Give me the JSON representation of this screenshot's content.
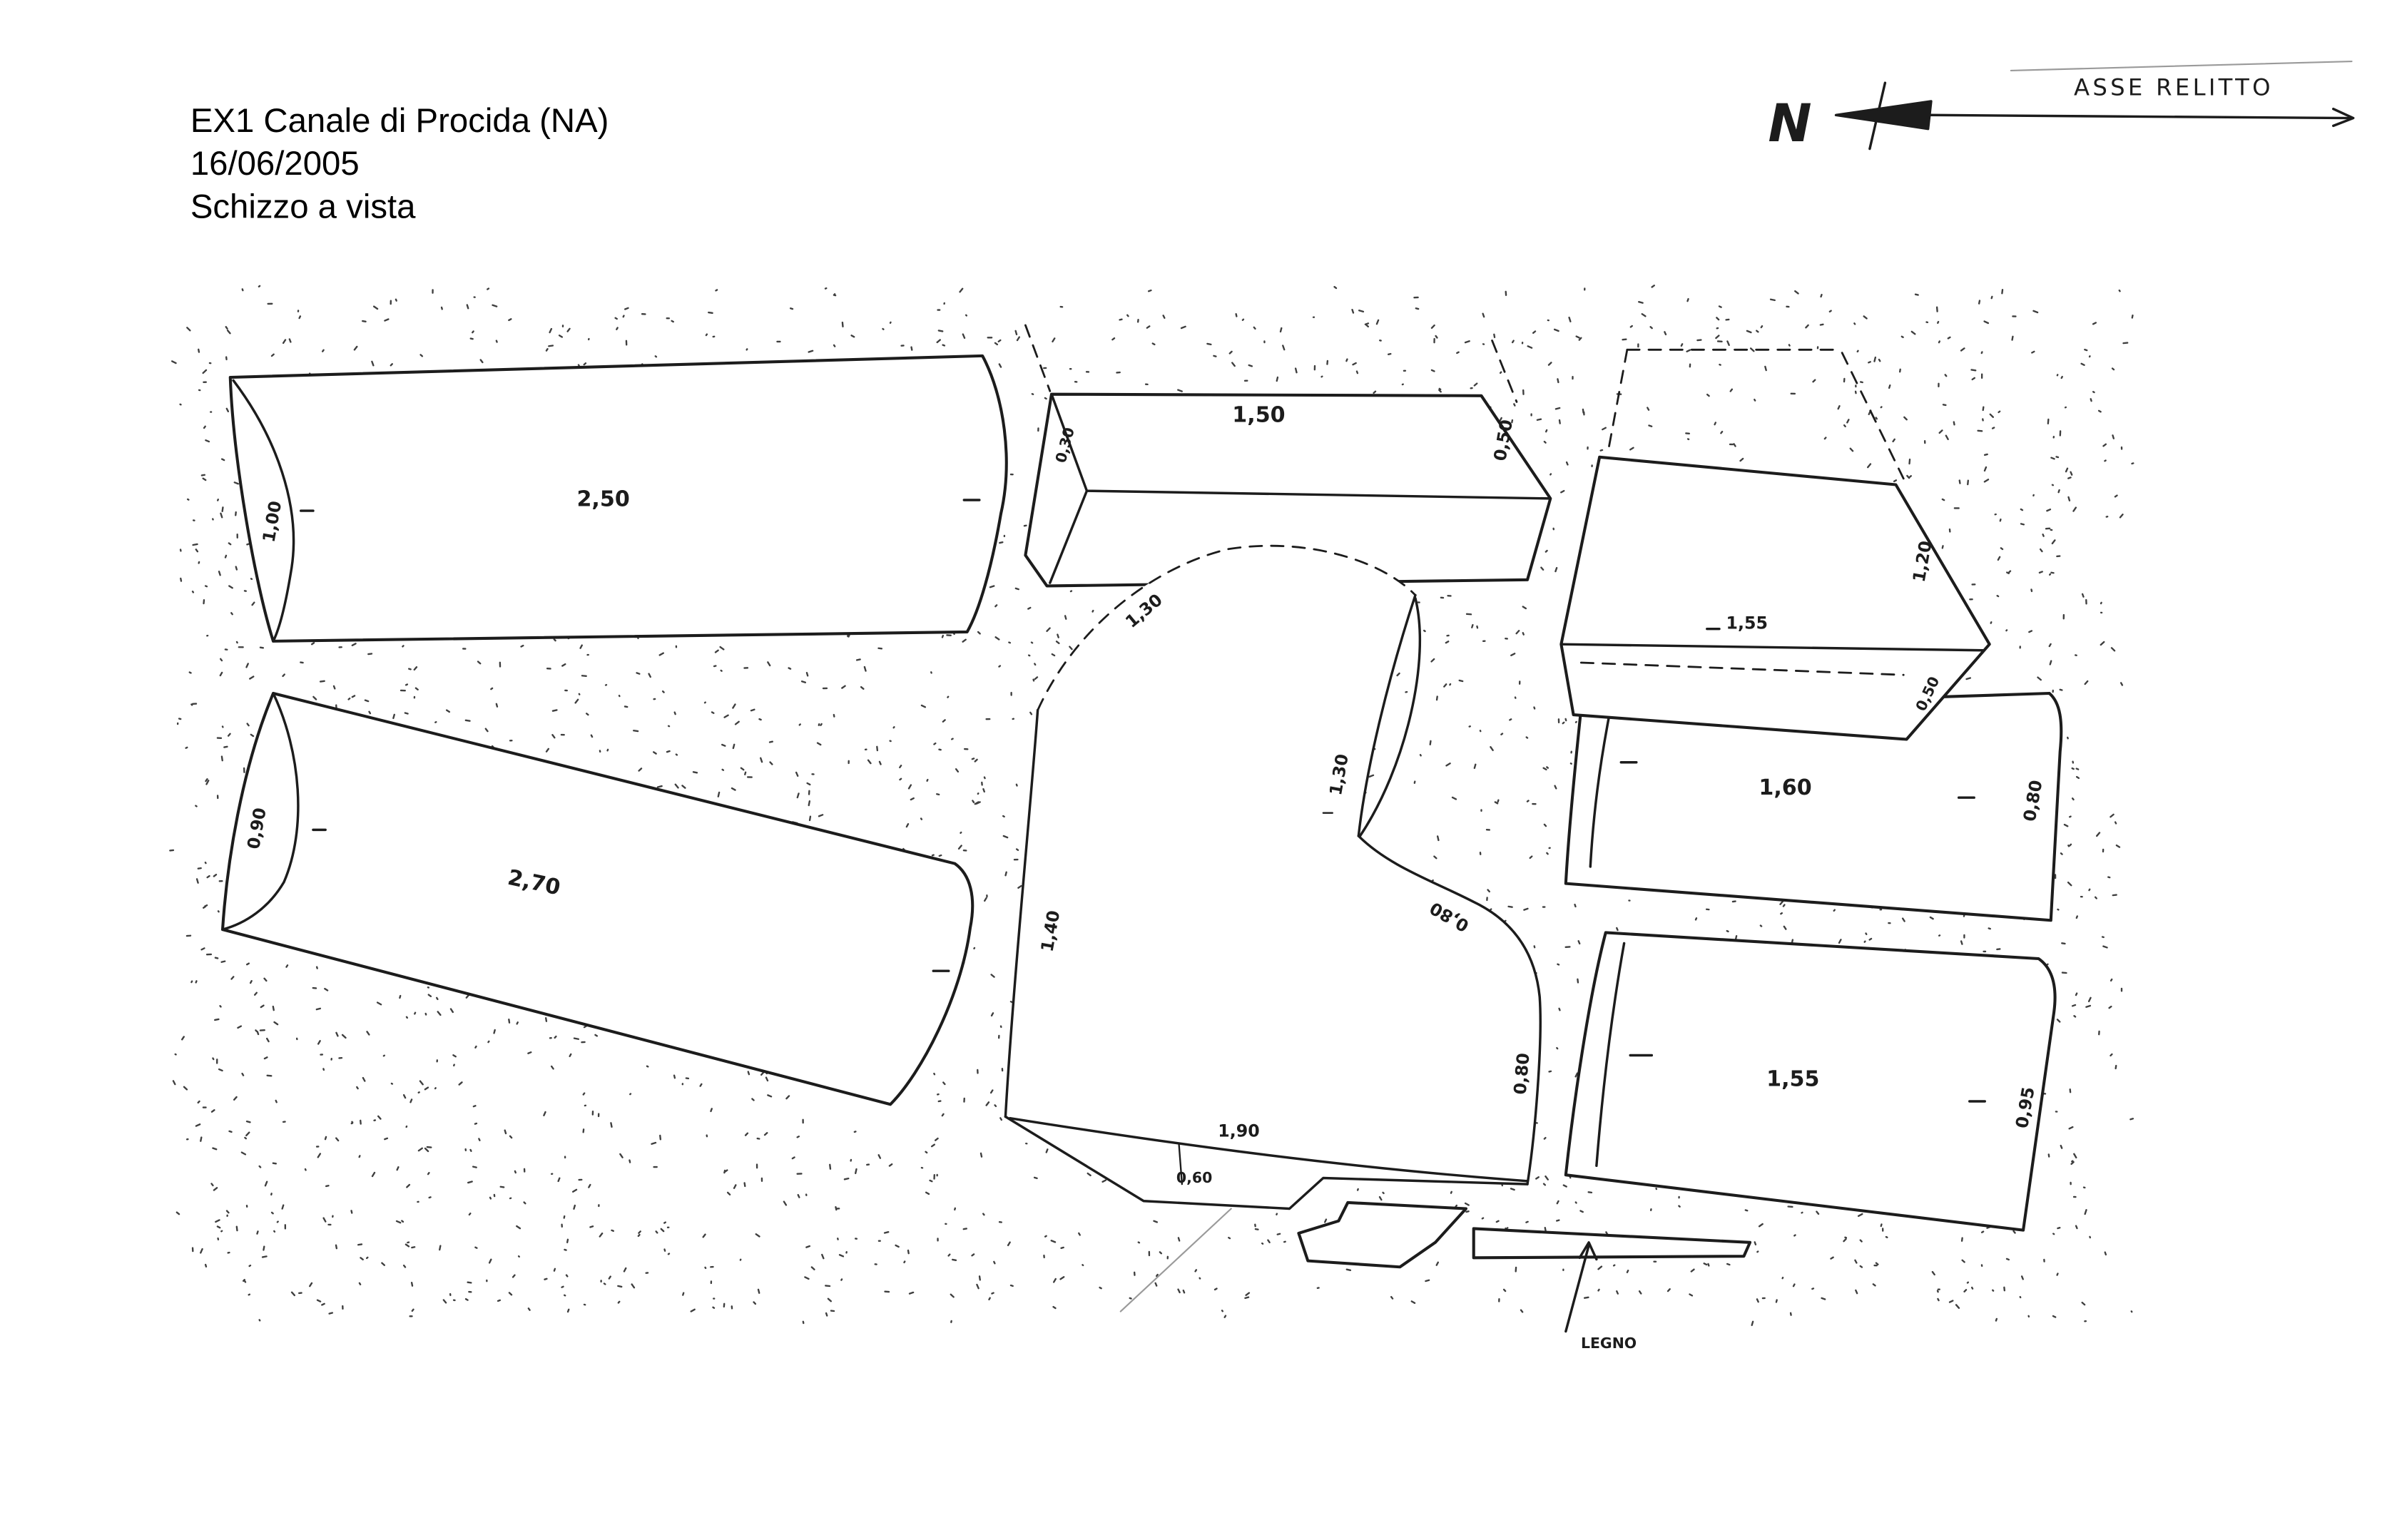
{
  "header": {
    "title": "EX1 Canale di Procida (NA)",
    "date": "16/06/2005",
    "caption": "Schizzo a vista"
  },
  "compass": {
    "north": "N",
    "axis": "ASSE RELITTO"
  },
  "colors": {
    "ink": "#1c1c1c",
    "paper": "#ffffff"
  },
  "blocks": {
    "b1": {
      "length": "2,50",
      "end": "1,00"
    },
    "b2": {
      "length": "2,70",
      "end": "0,90"
    },
    "b3": {
      "length": "1,50",
      "end_left": "0,30",
      "end_right": "0,50"
    },
    "b4": {
      "arc": "1,30",
      "right_upper": "1,30",
      "left": "1,40",
      "right_diagonal": "0,80",
      "right_lower": "0,80",
      "base": "1,90",
      "corner": "0,60"
    },
    "b5": {
      "length": "1,55",
      "side": "1,20",
      "corner": "0,50"
    },
    "b6": {
      "length": "1,60",
      "end": "0,80"
    },
    "b7": {
      "length": "1,55",
      "end": "0,95"
    }
  },
  "wood": {
    "label": "LEGNO"
  }
}
